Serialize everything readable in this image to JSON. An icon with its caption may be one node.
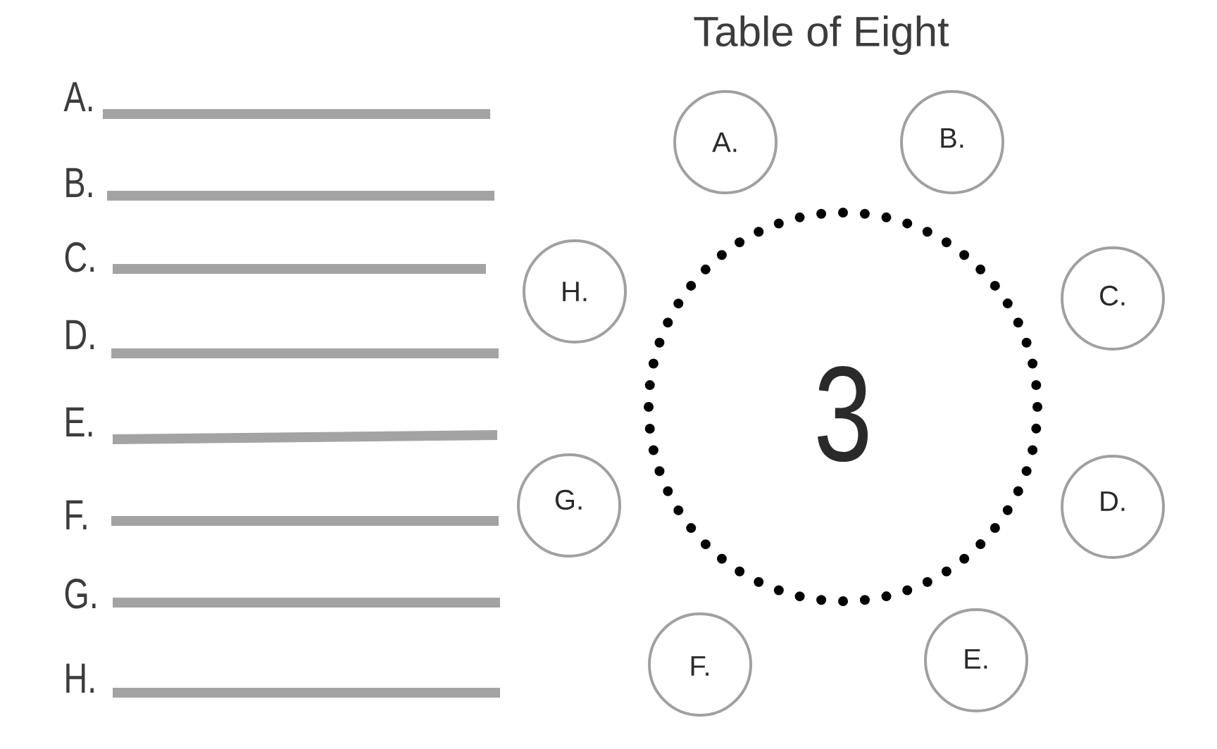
{
  "diagram": {
    "title": "Table of Eight",
    "nodes": [
      {
        "text": [
          "A."
        ]
      },
      {
        "text": [
          "B."
        ]
      },
      {
        "text": [
          "H."
        ]
      },
      {
        "text": [
          "C."
        ]
      },
      {
        "text": [
          "3"
        ]
      },
      {
        "text": [
          "G."
        ]
      },
      {
        "text": [
          "D."
        ]
      },
      {
        "text": [
          "F."
        ]
      },
      {
        "text": [
          "E."
        ]
      }
    ],
    "labels": [
      "A.",
      "B.",
      "C.",
      "D.",
      "E.",
      "F.",
      "G.",
      "H."
    ]
  }
}
